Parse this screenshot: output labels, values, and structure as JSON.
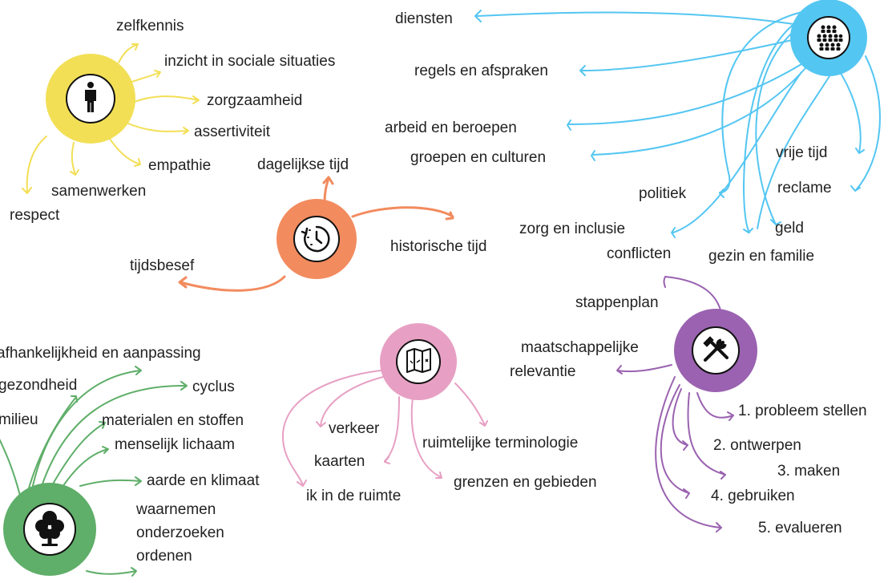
{
  "colors": {
    "yellow": "#f2df55",
    "blue": "#54c6f2",
    "orange": "#f28b5e",
    "pink": "#e7a0c4",
    "purple": "#9a62b0",
    "green": "#5fae69",
    "icon_fill": "#ffffff",
    "icon_stroke": "#111111"
  },
  "hubs": {
    "person": {
      "icon": "person-icon"
    },
    "group": {
      "icon": "group-icon"
    },
    "time": {
      "icon": "clock-icon"
    },
    "map": {
      "icon": "map-icon"
    },
    "tools": {
      "icon": "tools-icon"
    },
    "tree": {
      "icon": "tree-icon"
    }
  },
  "yellow_cluster": [
    "zelfkennis",
    "inzicht in sociale situaties",
    "zorgzaamheid",
    "assertiviteit",
    "empathie",
    "samenwerken",
    "respect"
  ],
  "blue_cluster": [
    "diensten",
    "regels en afspraken",
    "arbeid en beroepen",
    "groepen en culturen",
    "vrije tijd",
    "reclame",
    "politiek",
    "geld",
    "zorg en inclusie",
    "conflicten",
    "gezin en familie"
  ],
  "orange_cluster": [
    "dagelijkse tijd",
    "historische tijd",
    "tijdsbesef"
  ],
  "pink_cluster": [
    "verkeer",
    "ruimtelijke terminologie",
    "kaarten",
    "grenzen en gebieden",
    "ik in de ruimte"
  ],
  "purple_cluster": [
    "stappenplan",
    "maatschappelijke",
    "relevantie",
    "1. probleem stellen",
    "2. ontwerpen",
    "3. maken",
    "4. gebruiken",
    "5. evalueren"
  ],
  "green_cluster": [
    "afhankelijkheid en aanpassing",
    "gezondheid",
    "cyclus",
    "milieu",
    "materialen en stoffen",
    "menselijk lichaam",
    "aarde en klimaat",
    "waarnemen",
    "onderzoeken",
    "ordenen"
  ]
}
